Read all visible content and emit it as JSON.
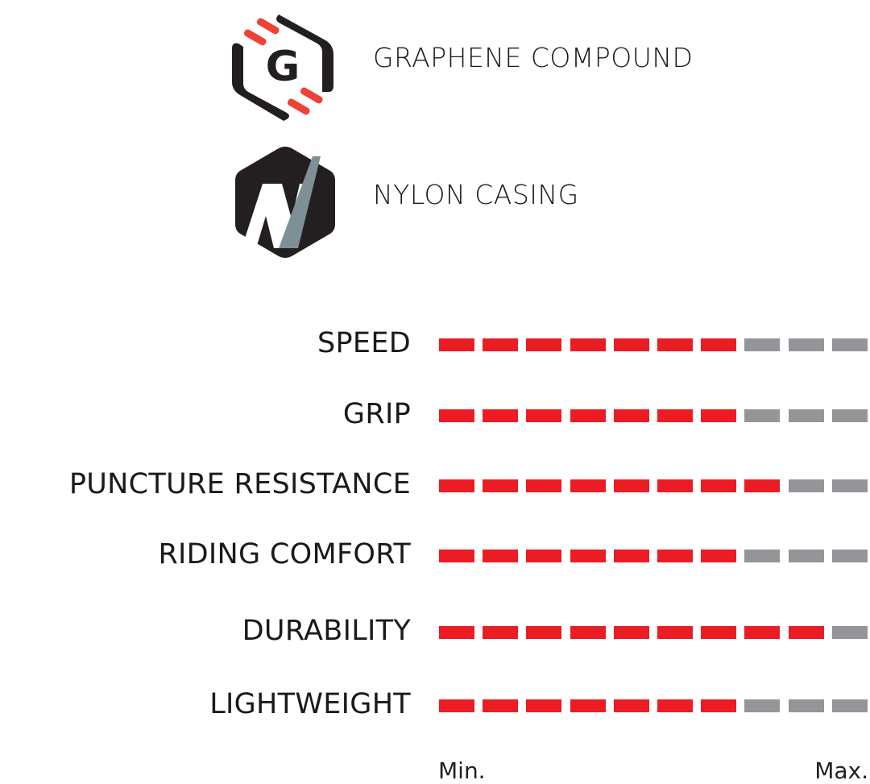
{
  "features": [
    {
      "icon": "graphene-compound-icon",
      "label": "GRAPHENE COMPOUND"
    },
    {
      "icon": "nylon-casing-icon",
      "label": "NYLON CASING"
    }
  ],
  "chart_data": {
    "type": "bar",
    "categories": [
      "SPEED",
      "GRIP",
      "PUNCTURE RESISTANCE",
      "RIDING COMFORT",
      "DURABILITY",
      "LIGHTWEIGHT"
    ],
    "values": [
      7,
      7,
      8,
      7,
      9,
      7
    ],
    "max": 10,
    "xlabel_min": "Min.",
    "xlabel_max": "Max.",
    "colors": {
      "filled": "#ec1c24",
      "empty": "#939598"
    }
  }
}
